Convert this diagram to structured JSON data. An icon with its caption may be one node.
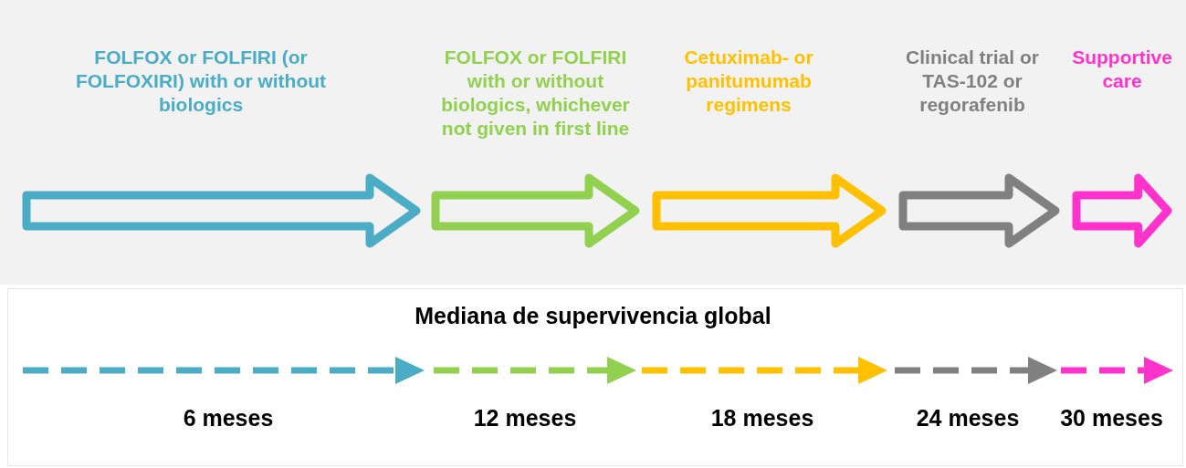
{
  "diagram": {
    "nodes": [
      {
        "text": [
          "FOLFOX or FOLFIRI (or FOLFOXIRI) with or without biologics"
        ]
      },
      {
        "text": [
          "FOLFOX or FOLFIRI with or without biologics, whichever not given in first line"
        ]
      },
      {
        "text": [
          "Cetuximab- or panitumumab regimens"
        ]
      },
      {
        "text": [
          "Clinical trial or TAS-102 or regorafenib"
        ]
      },
      {
        "text": [
          "Supportive care"
        ]
      }
    ],
    "labels": [
      "Mediana de supervivencia global",
      "6 meses",
      "12 meses",
      "18 meses",
      "24 meses",
      "30 meses"
    ]
  }
}
